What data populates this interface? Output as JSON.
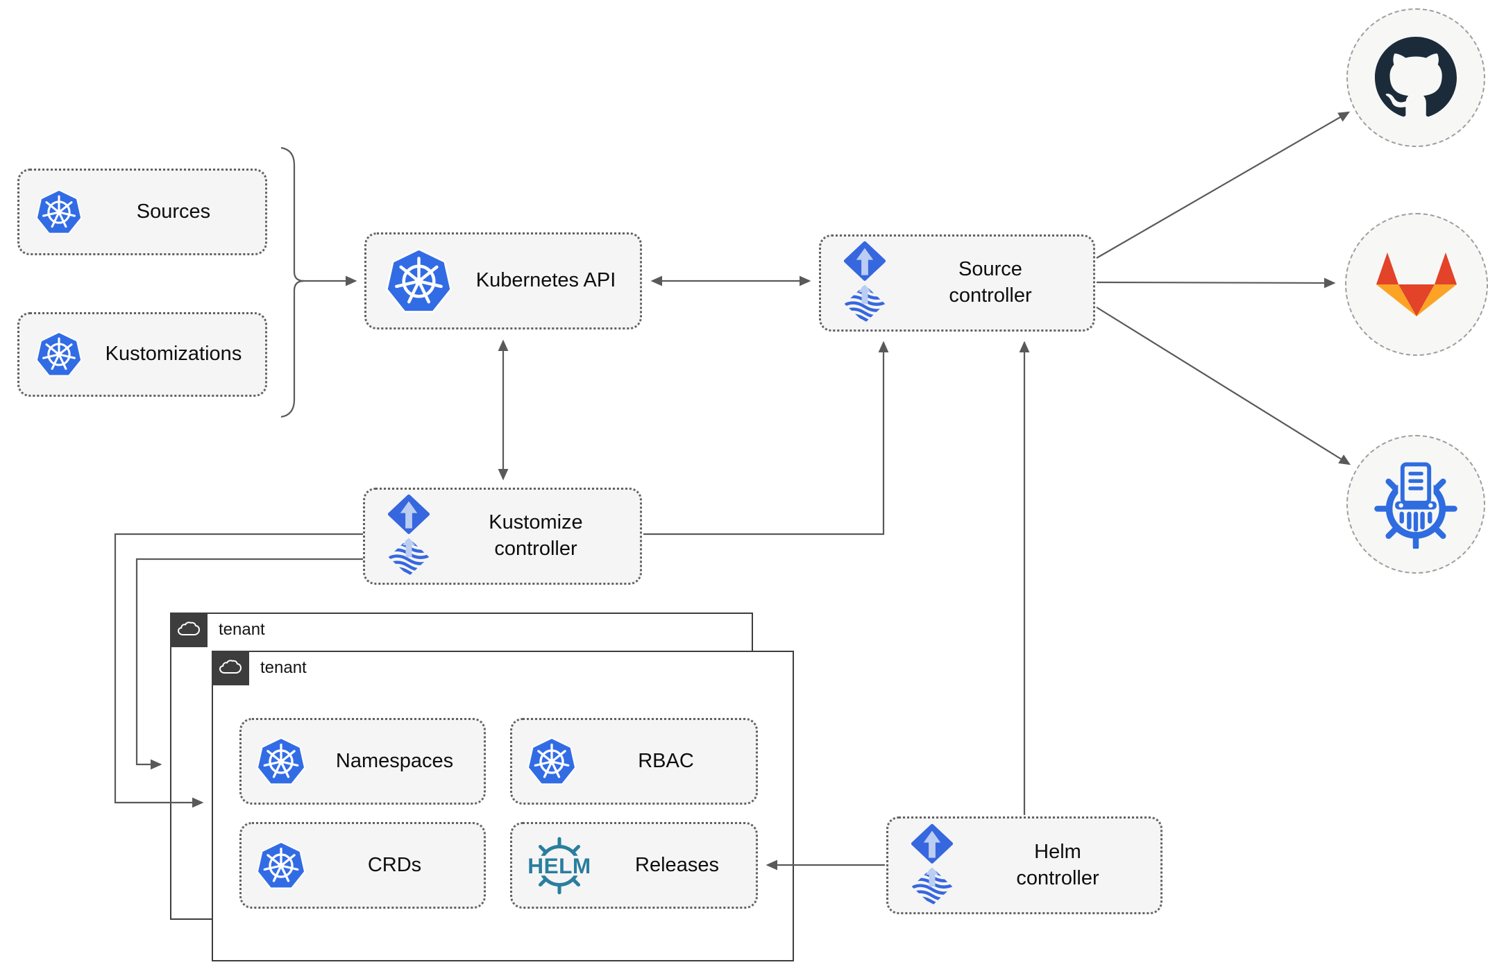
{
  "colors": {
    "kubernetes_blue": "#326CE5",
    "flux_blue": "#3667DF",
    "flux_light": "#BCCDF2",
    "helm_teal": "#2A7E9E",
    "github_dark": "#1B2B3A",
    "gitlab_dark": "#E24329",
    "gitlab_light": "#FCA326",
    "kustomize_blue": "#2F6CE0",
    "box_fill": "#F5F5F5",
    "box_border": "#616161",
    "tenant_dark": "#3D3D3D",
    "line_gray": "#595959",
    "circle_fill": "#F7F8F6",
    "circle_border": "#9E9E9E"
  },
  "nodes": {
    "sources": {
      "label": "Sources"
    },
    "kustomizations": {
      "label": "Kustomizations"
    },
    "kubernetes_api": {
      "label": "Kubernetes API"
    },
    "source_controller": {
      "label": "Source\ncontroller"
    },
    "kustomize_controller": {
      "label": "Kustomize\ncontroller"
    },
    "helm_controller": {
      "label": "Helm\ncontroller"
    },
    "namespaces": {
      "label": "Namespaces"
    },
    "rbac": {
      "label": "RBAC"
    },
    "crds": {
      "label": "CRDs"
    },
    "releases": {
      "label": "Releases"
    }
  },
  "tenants": {
    "back": {
      "label": "tenant"
    },
    "front": {
      "label": "tenant"
    }
  },
  "logos": {
    "helm_text": "HELM"
  },
  "icons": [
    "kubernetes-icon",
    "flux-icon",
    "helm-icon",
    "cloud-icon",
    "github-icon",
    "gitlab-icon",
    "kustomize-icon"
  ]
}
